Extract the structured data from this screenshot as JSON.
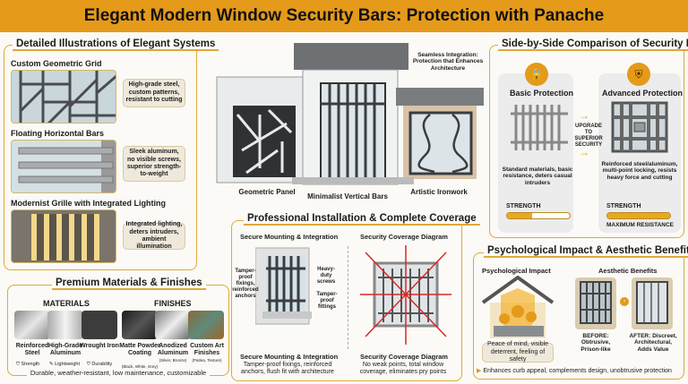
{
  "title": "Elegant Modern Window Security Bars: Protection with Panache",
  "colors": {
    "accent": "#e59a1a",
    "border": "#e0a83a",
    "dark_metal": "#3a3d40"
  },
  "illustrations": {
    "title": "Detailed Illustrations of Elegant Systems",
    "items": [
      {
        "name": "Custom Geometric Grid",
        "note": "High-grade steel, custom patterns, resistant to cutting"
      },
      {
        "name": "Floating Horizontal Bars",
        "note": "Sleek aluminum, no visible screws, superior strength-to-weight"
      },
      {
        "name": "Modernist Grille with Integrated Lighting",
        "note": "Integrated lighting, deters intruders, ambient illumination"
      }
    ]
  },
  "materials": {
    "title": "Premium Materials & Finishes",
    "materials_heading": "MATERIALS",
    "finishes_heading": "FINISHES",
    "materials": [
      {
        "name": "Reinforced Steel",
        "badge": "Strength",
        "icon": "shield-icon"
      },
      {
        "name": "High-Grade Aluminum",
        "badge": "Lightweight",
        "icon": "feather-icon"
      },
      {
        "name": "Wrought Iron",
        "badge": "Durability",
        "icon": "shield-icon"
      }
    ],
    "finishes": [
      {
        "name": "Matte Powder Coating",
        "detail": "(Black, White, Grey)"
      },
      {
        "name": "Anodized Aluminum",
        "detail": "(Silver, Bronze)"
      },
      {
        "name": "Custom Art Finishes",
        "detail": "(Patina, Texture)"
      }
    ],
    "footer": "Durable, weather-resistant, low maintenance, customizable"
  },
  "building": {
    "callout": "Seamless Integration: Protection that Enhances Architecture",
    "labels": [
      "Geometric Panel",
      "Minimalist Vertical Bars",
      "Artistic Ironwork"
    ]
  },
  "comparison": {
    "title": "Side-by-Side Comparison of Security Levels",
    "basic": {
      "title": "Basic Protection",
      "icon": "padlock-icon",
      "desc": "Standard materials, basic resistance, deters casual intruders",
      "strength_label": "STRENGTH",
      "strength": 0.4
    },
    "upgrade": "UPGRADE TO SUPERIOR SECURITY",
    "advanced": {
      "title": "Advanced Protection",
      "icon": "shield-icon",
      "desc": "Reinforced steel/aluminum, multi-point locking, resists heavy force and cutting",
      "strength_label": "STRENGTH",
      "strength": 1.0,
      "caption": "MAXIMUM RESISTANCE"
    }
  },
  "installation": {
    "title": "Professional Installation & Complete Coverage",
    "mounting": {
      "heading": "Secure Mounting & Integration",
      "labels": [
        "Tamper-proof fixings, reinforced anchors",
        "Heavy-duty screws",
        "Tamper-proof fittings"
      ],
      "caption_title": "Secure Mounting & Integration",
      "caption": "Tamper-proof fixings, reinforced anchors, flush fit with architecture"
    },
    "coverage": {
      "heading": "Security Coverage Diagram",
      "caption_title": "Security Coverage Diagram",
      "caption": "No weak points, total window coverage, eliminates pry points"
    }
  },
  "psychology": {
    "title": "Psychological Impact & Aesthetic Benefits",
    "impact_heading": "Psychological Impact",
    "impact_caption": "Peace of mind, visible deterrent, feeling of safety",
    "aesthetic_heading": "Aesthetic Benefits",
    "before": "BEFORE: Obtrusive, Prison-like",
    "after": "AFTER: Discreet, Architectural, Adds Value",
    "footer": "Enhances curb appeal, complements design, unobtrusive protection"
  }
}
